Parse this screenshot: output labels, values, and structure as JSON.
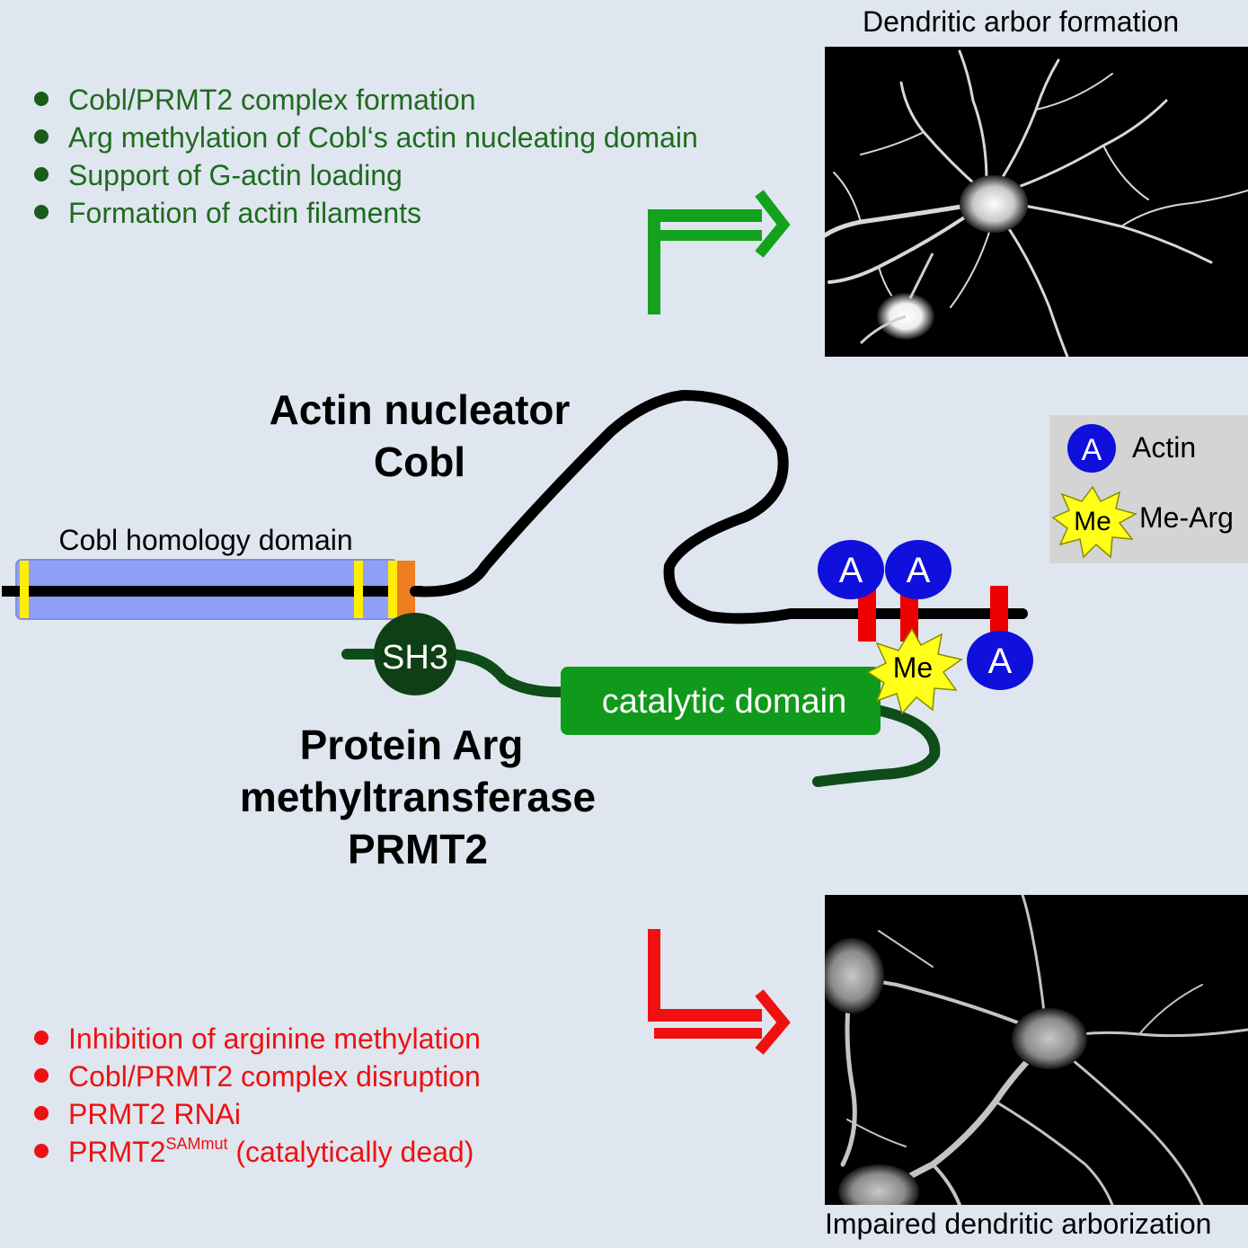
{
  "top_list": {
    "items": [
      "Cobl/PRMT2 complex formation",
      "Arg methylation of Cobl‘s actin nucleating domain",
      "Support of G-actin loading",
      "Formation of actin filaments"
    ]
  },
  "bottom_list": {
    "items": [
      "Inhibition of arginine methylation",
      "Cobl/PRMT2 complex disruption",
      "PRMT2 RNAi"
    ],
    "last_item": {
      "prefix": "PRMT2",
      "superscript": "SAMmut",
      "suffix": " (catalytically dead)"
    }
  },
  "images": {
    "top_caption": "Dendritic arbor formation",
    "bottom_caption": "Impaired dendritic arborization"
  },
  "cobl": {
    "title_line1": "Actin nucleator",
    "title_line2": "Cobl",
    "homology_label": "Cobl homology domain",
    "homology_color": "#8f9ff7"
  },
  "prmt2": {
    "title_line1": "Protein Arg",
    "title_line2": "methyltransferase",
    "title_line3": "PRMT2",
    "sh3_label": "SH3",
    "catalytic_label": "catalytic domain",
    "catalytic_color": "#0f9a1c"
  },
  "markers": {
    "actin_symbol": "A",
    "methyl_symbol": "Me"
  },
  "legend": {
    "actin_symbol": "A",
    "actin_label": "Actin",
    "me_symbol": "Me",
    "me_label": "Me-Arg"
  },
  "colors": {
    "activation_arrow": "#12a21b",
    "inhibition_arrow": "#f01010",
    "actin_blue": "#1010dd",
    "methyl_yellow": "#ffff1a"
  }
}
